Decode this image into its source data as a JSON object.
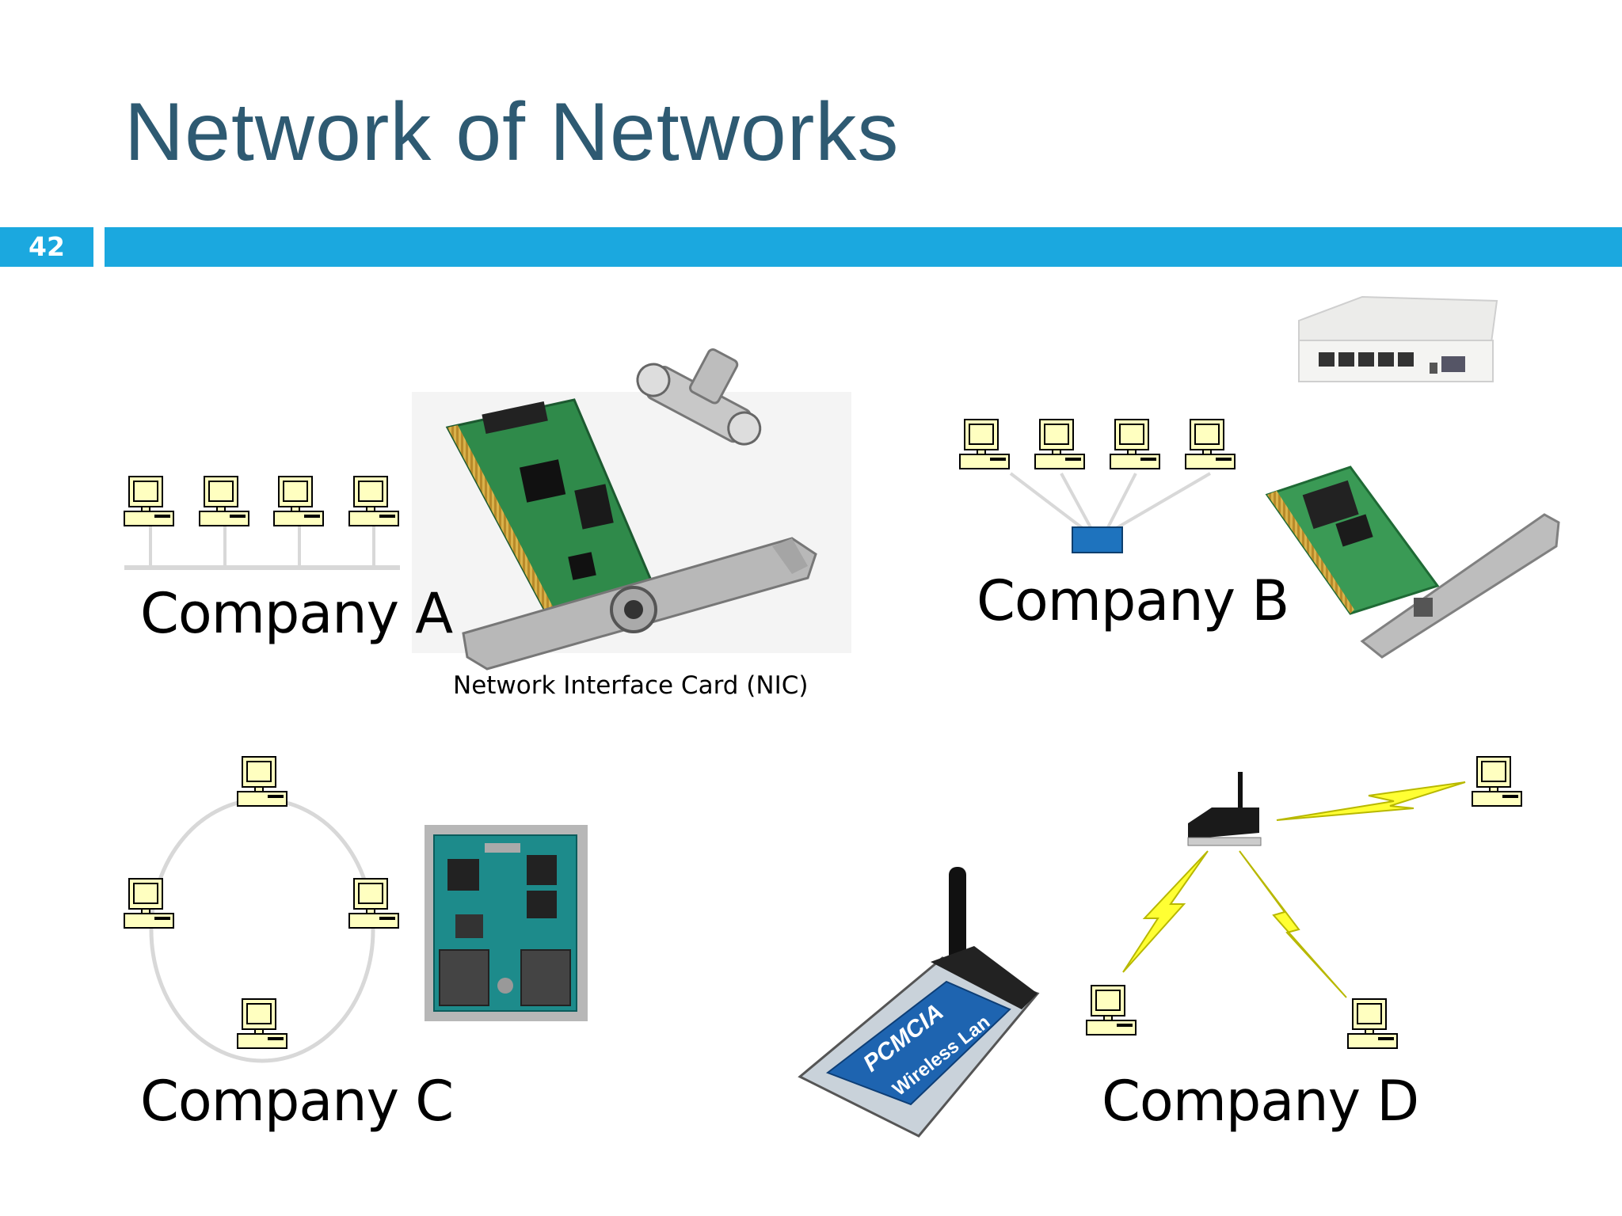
{
  "slide": {
    "title": "Network of Networks",
    "number": "42"
  },
  "companies": {
    "a": "Company A",
    "b": "Company B",
    "c": "Company C",
    "d": "Company D"
  },
  "nic_caption": "Network Interface Card (NIC)",
  "pcmcia_card": {
    "line1": "PCMCIA",
    "line2": "Wireless Lan"
  },
  "colors": {
    "title": "#2e5a72",
    "accent_bar": "#1ba8df",
    "computer_fill": "#ffffc0",
    "hub": "#1e73be",
    "lightning": "#ffff33",
    "nic_board": "#2f8a4a"
  }
}
